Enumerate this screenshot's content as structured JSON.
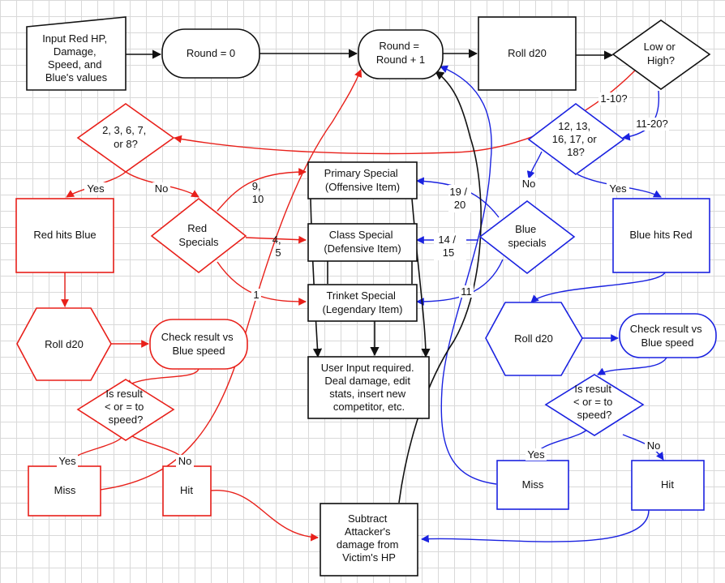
{
  "colors": {
    "black": "#111111",
    "red": "#e8201a",
    "blue": "#1a22e0",
    "grid": "#d9d9d9"
  },
  "nodes": {
    "input": [
      "Input Red HP,",
      "Damage,",
      "Speed, and",
      "Blue's values"
    ],
    "round0": [
      "Round = 0"
    ],
    "round_inc": [
      "Round =",
      "Round + 1"
    ],
    "roll_main": [
      "Roll d20"
    ],
    "low_high": [
      "Low or",
      "High?"
    ],
    "red_check": [
      "2, 3, 6, 7,",
      "or 8?"
    ],
    "blue_check": [
      "12, 13,",
      "16, 17, or",
      "18?"
    ],
    "red_hits": [
      "Red hits Blue"
    ],
    "red_specials": [
      "Red",
      "Specials"
    ],
    "primary": [
      "Primary Special",
      "(Offensive Item)"
    ],
    "class_special": [
      "Class Special",
      "(Defensive Item)"
    ],
    "trinket": [
      "Trinket Special",
      "(Legendary Item)"
    ],
    "blue_specials": [
      "Blue",
      "specials"
    ],
    "blue_hits": [
      "Blue hits Red"
    ],
    "red_roll": [
      "Roll d20"
    ],
    "red_check_speed": [
      "Check result vs",
      "Blue speed"
    ],
    "user_input": [
      "User Input required.",
      "Deal damage, edit",
      "stats, insert new",
      "competitor, etc."
    ],
    "blue_roll": [
      "Roll d20"
    ],
    "blue_check_speed": [
      "Check result vs",
      "Blue speed"
    ],
    "red_is_result": [
      "Is result",
      "< or = to",
      "speed?"
    ],
    "blue_is_result": [
      "Is result",
      "< or = to",
      "speed?"
    ],
    "red_miss": [
      "Miss"
    ],
    "red_hit": [
      "Hit"
    ],
    "blue_miss": [
      "Miss"
    ],
    "blue_hit": [
      "Hit"
    ],
    "subtract": [
      "Subtract",
      "Attacker's",
      "damage from",
      "Victim's HP"
    ]
  },
  "edge_labels": {
    "low": "1-10?",
    "high": "11-20?",
    "red_yes": "Yes",
    "red_no": "No",
    "blue_no": "No",
    "blue_yes": "Yes",
    "red_9_10": [
      "9,",
      "10"
    ],
    "red_4_5": [
      "4,",
      "5"
    ],
    "red_1": "1",
    "blue_19_20": [
      "19 /",
      "20"
    ],
    "blue_14_15": [
      "14 /",
      "15"
    ],
    "blue_11": "11",
    "red_miss_yes": "Yes",
    "red_hit_no": "No",
    "blue_miss_yes": "Yes",
    "blue_hit_no": "No"
  }
}
